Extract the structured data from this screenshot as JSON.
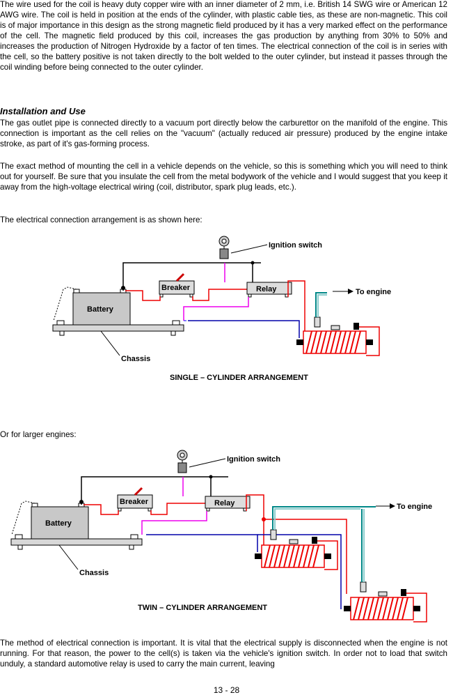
{
  "paragraphs": {
    "p1": "The wire used for the coil is heavy duty copper wire with an inner diameter of 2 mm, i.e. British 14 SWG wire or American 12 AWG wire.  The coil is held in position at the ends of the cylinder, with plastic cable ties, as these are non-magnetic.  This coil is of major importance in this design as the strong magnetic field produced by it has a very marked effect on the performance of the cell.  The magnetic field produced by this coil, increases the gas production by anything from 30% to 50% and increases the production of Nitrogen Hydroxide by a factor of ten times.  The electrical connection of the coil is in series with the cell, so the battery positive is not taken directly to the bolt welded to the outer cylinder, but instead it passes through the coil winding before being connected to the outer cylinder.",
    "heading": "Installation and Use",
    "p2": "The gas outlet pipe is connected directly to a vacuum port directly below the carburettor on the manifold of the engine.  This connection is important as the cell relies on the \"vacuum\" (actually reduced air pressure) produced by the engine intake stroke, as part of it's gas-forming process.",
    "p3": "The exact method of mounting the cell in a vehicle depends on the vehicle, so this is something which you will need to think out for yourself.  Be sure that you insulate the cell from the metal bodywork of the vehicle and I would suggest that you keep it away from the high-voltage electrical wiring (coil, distributor, spark plug leads, etc.).",
    "p4": "The electrical connection arrangement is as shown here:",
    "p5": "Or for larger engines:",
    "p6": "The method of electrical connection is important.  It is vital that the electrical supply is disconnected when the engine is not running.  For that reason, the power to the cell(s) is taken via the vehicle's ignition switch.  In order not to load that switch unduly, a standard automotive relay is used to carry the main current, leaving"
  },
  "diagram1": {
    "ignition": "Ignition switch",
    "breaker": "Breaker",
    "relay": "Relay",
    "battery": "Battery",
    "engine": "To engine",
    "chassis": "Chassis",
    "caption": "SINGLE – CYLINDER ARRANGEMENT"
  },
  "diagram2": {
    "ignition": "Ignition switch",
    "breaker": "Breaker",
    "relay": "Relay",
    "battery": "Battery",
    "engine": "To engine",
    "chassis": "Chassis",
    "caption": "TWIN – CYLINDER ARRANGEMENT"
  },
  "footer": {
    "page": "13 - 28"
  }
}
